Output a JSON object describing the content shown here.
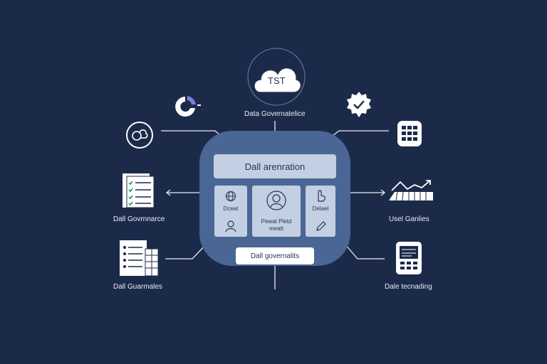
{
  "cloud": {
    "text": "TST",
    "label": "Data Governatelice"
  },
  "hub": {
    "title": "Dall arenration",
    "tiles": [
      {
        "label": "Dceat"
      },
      {
        "label": "Pewat Pletd meatt"
      },
      {
        "label": "Delael"
      }
    ],
    "footer": "Dall governalits"
  },
  "left_nodes": [
    {
      "label": "Dall Govrnnarce",
      "icon": "checklist-document-icon"
    },
    {
      "label": "Dall Guarmales",
      "icon": "list-table-icon"
    }
  ],
  "right_nodes": [
    {
      "label": "Usel Ganlies",
      "icon": "trend-chart-icon"
    },
    {
      "label": "Dale tecnading",
      "icon": "mobile-device-icon"
    }
  ],
  "top_icons": [
    {
      "icon": "donut-chart-icon"
    },
    {
      "icon": "globe-cloud-icon"
    },
    {
      "icon": "verified-badge-icon"
    },
    {
      "icon": "database-icon"
    }
  ],
  "colors": {
    "background": "#1c2a4a",
    "hub": "#4a6694",
    "tile": "#c3cfe2",
    "lines": "#e8ecf4",
    "accent": "#7b7fd8"
  }
}
